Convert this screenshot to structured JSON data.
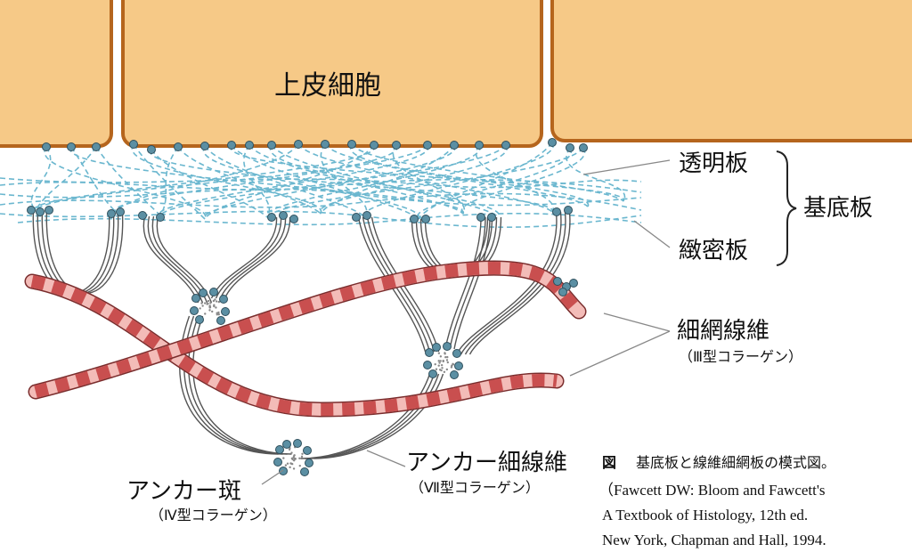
{
  "labels": {
    "epithelial_cell": "上皮細胞",
    "lamina_lucida": "透明板",
    "lamina_densa": "緻密板",
    "basal_lamina": "基底板",
    "reticular_fiber": "細網線維",
    "reticular_fiber_type": "（Ⅲ型コラーゲン）",
    "anchoring_fibril": "アンカー細線維",
    "anchoring_fibril_type": "（Ⅶ型コラーゲン）",
    "anchoring_plaque": "アンカー斑",
    "anchoring_plaque_type": "（Ⅳ型コラーゲン）"
  },
  "caption": {
    "prefix": "図",
    "title": "基底板と線維細網板の模式図。",
    "line1": "（Fawcett DW: Bloom and Fawcett's",
    "line2": "A Textbook of Histology, 12th ed.",
    "line3": "New York, Chapman and Hall, 1994."
  },
  "colors": {
    "cell_fill": "#f6c987",
    "cell_border": "#b5651d",
    "lamina_dash": "#6bb7cf",
    "dot": "#5b8fa3",
    "fibril": "#555555",
    "fiber_dark": "#c94f4f",
    "fiber_light": "#f3bcb8"
  }
}
